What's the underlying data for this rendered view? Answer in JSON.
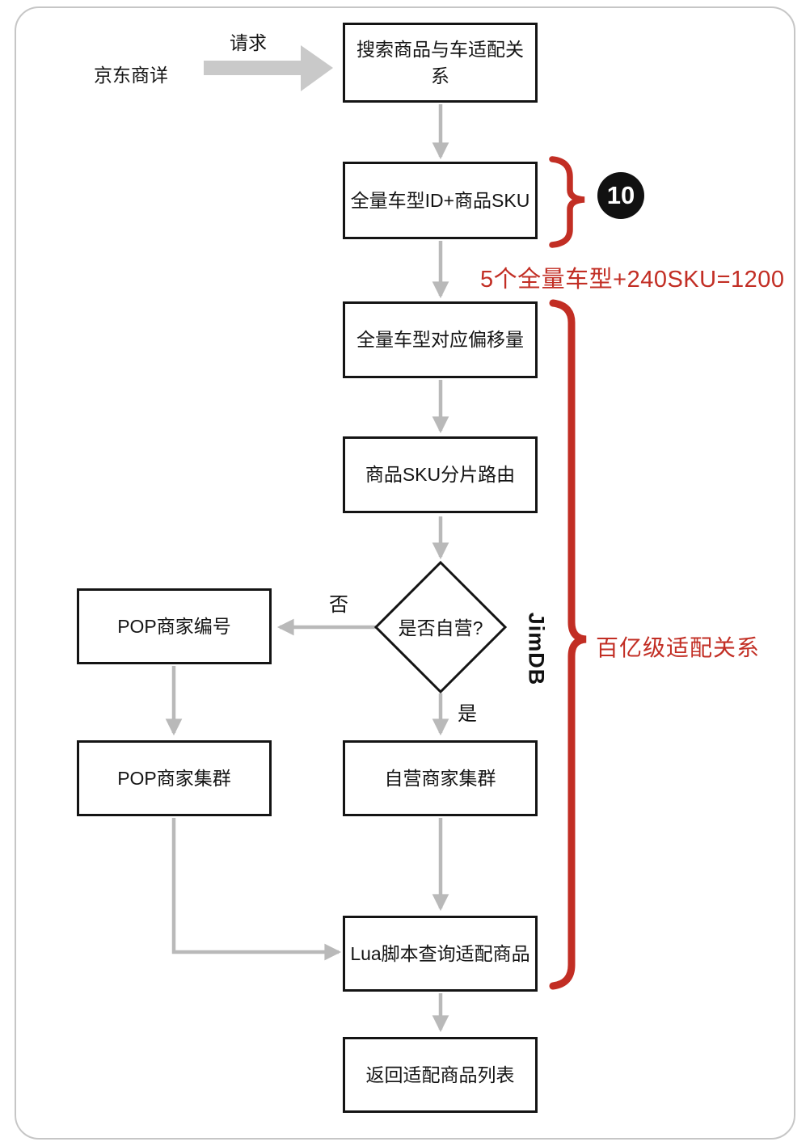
{
  "palette": {
    "box_border": "#141414",
    "text": "#141414",
    "connector_gray": "#b9b9b9",
    "block_arrow_gray": "#c9c9c9",
    "annotation_red": "#c22e24",
    "badge_bg": "#111111",
    "badge_fg": "#ffffff",
    "frame_border": "#c6c6c6",
    "background": "#ffffff"
  },
  "labels": {
    "source": "京东商详",
    "request": "请求",
    "no": "否",
    "yes": "是",
    "jimdb": "JimDB",
    "badge_count": "10",
    "note_sku_math": "5个全量车型+240SKU=1200",
    "note_scale": "百亿级适配关系"
  },
  "nodes": {
    "search": "搜索商品与车适配关系",
    "id_sku": "全量车型ID+商品SKU",
    "offset": "全量车型对应偏移量",
    "route": "商品SKU分片路由",
    "decision": "是否自营?",
    "pop_id": "POP商家编号",
    "pop_cluster": "POP商家集群",
    "self_cluster": "自营商家集群",
    "lua": "Lua脚本查询适配商品",
    "return": "返回适配商品列表"
  }
}
